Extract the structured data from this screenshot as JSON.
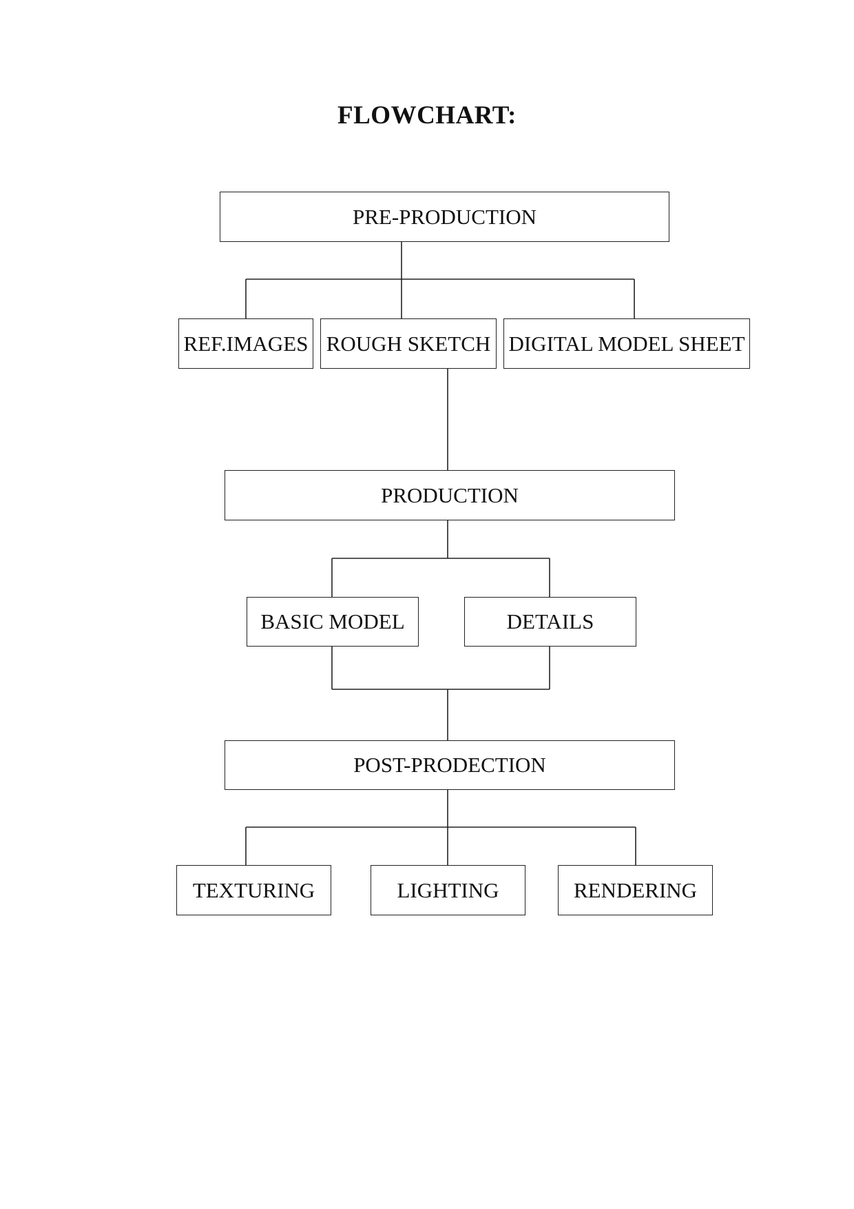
{
  "title": "FLOWCHART:",
  "stages": {
    "pre_production": {
      "label": "PRE-PRODUCTION",
      "children": [
        "REF.IMAGES",
        "ROUGH SKETCH",
        "DIGITAL MODEL SHEET"
      ]
    },
    "production": {
      "label": "PRODUCTION",
      "children": [
        "BASIC MODEL",
        "DETAILS"
      ]
    },
    "post_production": {
      "label": "POST-PRODECTION",
      "children": [
        "TEXTURING",
        "LIGHTING",
        "RENDERING"
      ]
    }
  }
}
